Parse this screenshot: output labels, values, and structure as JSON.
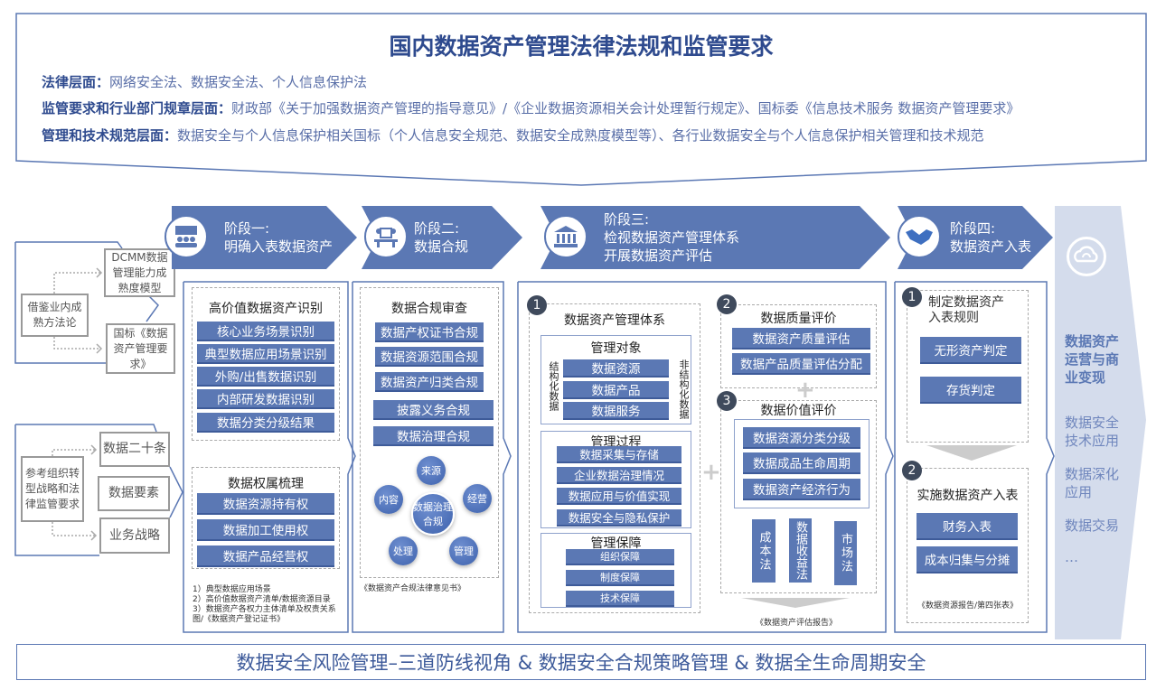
{
  "header": {
    "title": "国内数据资产管理法律法规和监管要求",
    "rows": [
      {
        "label": "法律层面：",
        "text": "网络安全法、数据安全法、个人信息保护法"
      },
      {
        "label": "监管要求和行业部门规章层面：",
        "text": "财政部《关于加强数据资产管理的指导意见》/《企业数据资源相关会计处理暂行规定》、国标委《信息技术服务 数据资产管理要求》"
      },
      {
        "label": "管理和技术规范层面：",
        "text": "数据安全与个人信息保护相关国标（个人信息安全规范、数据安全成熟度模型等）、各行业数据安全与个人信息保护相关管理和技术规范"
      }
    ]
  },
  "left": {
    "group1": {
      "source": "借鉴业内成熟方法论",
      "items": [
        "DCMM数据管理能力成熟度模型",
        "国标《数据资产管理要求》"
      ]
    },
    "group2": {
      "source": "参考组织转型战略和法律监管要求",
      "items": [
        "数据二十条",
        "数据要素",
        "业务战略"
      ]
    }
  },
  "stages": [
    {
      "label": "阶段一:",
      "name": "明确入表数据资产"
    },
    {
      "label": "阶段二:",
      "name": "数据合规"
    },
    {
      "label": "阶段三:",
      "name": "检视数据资产管理体系",
      "name2": "开展数据资产评估"
    },
    {
      "label": "阶段四:",
      "name": "数据资产入表"
    }
  ],
  "stage1": {
    "sec1": {
      "title": "高价值数据资产识别",
      "items": [
        "核心业务场景识别",
        "典型数据应用场景识别",
        "外购/出售数据识别",
        "内部研发数据识别",
        "数据分类分级结果"
      ]
    },
    "sec2": {
      "title": "数据权属梳理",
      "items": [
        "数据资源持有权",
        "数据加工使用权",
        "数据产品经营权"
      ]
    },
    "notes": [
      "1）典型数据应用场景",
      "2）高价值数据资产清单/数据资源目录",
      "3）数据资产各权力主体清单及权责关系 图/《数据资产登记证书》"
    ]
  },
  "stage2": {
    "title": "数据合规审查",
    "items": [
      "数据产权证书合规",
      "数据资源范围合规",
      "数据资产归类合规",
      "披露义务合规",
      "数据治理合规"
    ],
    "cycle": {
      "center": "数据治理合规",
      "nodes": [
        "来源",
        "经营",
        "管理",
        "处理",
        "内容"
      ]
    },
    "note": "《数据资产合规法律意见书》"
  },
  "stage3": {
    "sec1": {
      "num": "1",
      "title": "数据资产管理体系",
      "objects": {
        "title": "管理对象",
        "left": "结构化数据",
        "right": "非结构化数据",
        "items": [
          "数据资源",
          "数据产品",
          "数据服务"
        ]
      },
      "process": {
        "title": "管理过程",
        "items": [
          "数据采集与存储",
          "企业数据治理情况",
          "数据应用与价值实现",
          "数据安全与隐私保护"
        ]
      },
      "guarantee": {
        "title": "管理保障",
        "items": [
          "组织保障",
          "制度保障",
          "技术保障"
        ]
      }
    },
    "sec2": {
      "num": "2",
      "title": "数据质量评价",
      "items": [
        "数据资产质量评估",
        "数据产品质量评估分配"
      ]
    },
    "sec3": {
      "num": "3",
      "title": "数据价值评价",
      "items": [
        "数据资源分类分级",
        "数据成品生命周期",
        "数据资产经济行为"
      ],
      "methods": [
        "成本法",
        "数据收益法",
        "市场法"
      ]
    },
    "note": "《数据资产评估报告》"
  },
  "stage4": {
    "sec1": {
      "num": "1",
      "title": "制定数据资产入表规则",
      "items": [
        "无形资产判定",
        "存货判定"
      ]
    },
    "sec2": {
      "num": "2",
      "title": "实施数据资产入表",
      "items": [
        "财务入表",
        "成本归集与分摊"
      ]
    },
    "note": "《数据资源报告/第四张表》"
  },
  "right": {
    "title": "数据资产运营与商业变现",
    "items": [
      "数据安全技术应用",
      "数据深化应用",
      "数据交易",
      "…"
    ]
  },
  "footer": "数据安全风险管理–三道防线视角 & 数据安全合规策略管理 & 数据全生命周期安全",
  "colors": {
    "primary": "#5b78b4",
    "dark": "#2e4a8e",
    "panel": "#d4dcec"
  }
}
